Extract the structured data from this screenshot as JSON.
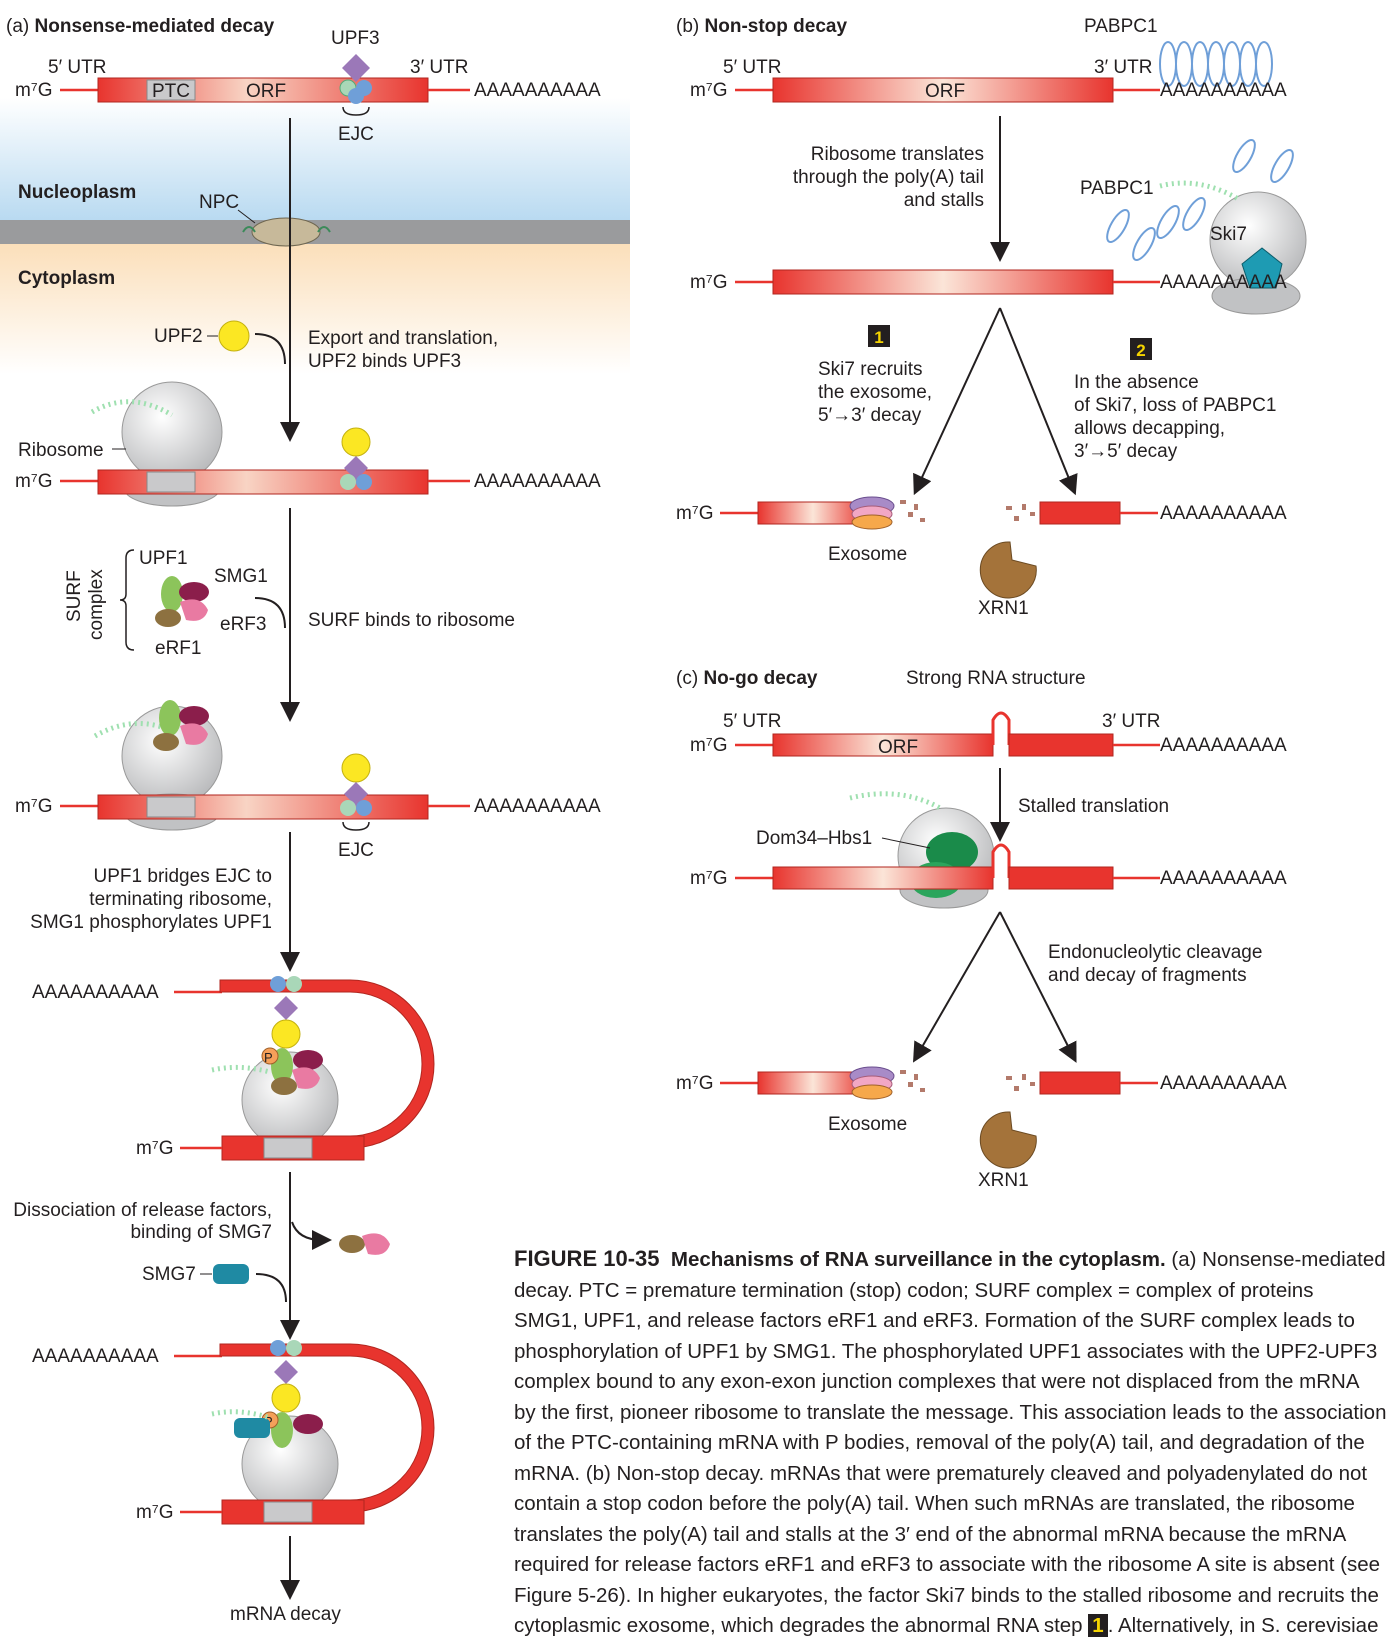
{
  "panel_a": {
    "title_prefix": "(a)",
    "title": "Nonsense-mediated decay",
    "utr5": "5′ UTR",
    "utr3": "3′ UTR",
    "cap": "m⁷G",
    "ptc": "PTC",
    "orf": "ORF",
    "polyA": "AAAAAAAAAA",
    "upf3": "UPF3",
    "ejc": "EJC",
    "nucleoplasm": "Nucleoplasm",
    "npc": "NPC",
    "cytoplasm": "Cytoplasm",
    "upf2": "UPF2",
    "step1_line1": "Export and translation,",
    "step1_line2": "UPF2 binds UPF3",
    "ribosome": "Ribosome",
    "surf_line1": "SURF",
    "surf_line2": "complex",
    "upf1": "UPF1",
    "smg1": "SMG1",
    "erf3": "eRF3",
    "erf1": "eRF1",
    "step2": "SURF binds to ribosome",
    "step3_line1": "UPF1 bridges EJC to",
    "step3_line2": "terminating ribosome,",
    "step3_line3": "SMG1 phosphorylates UPF1",
    "phospho": "P",
    "step4_line1": "Dissociation of release factors,",
    "step4_line2": "binding of SMG7",
    "smg7": "SMG7",
    "final": "mRNA decay"
  },
  "panel_b": {
    "title_prefix": "(b)",
    "title": "Non-stop decay",
    "pabpc1": "PABPC1",
    "utr5": "5′ UTR",
    "utr3": "3′ UTR",
    "cap": "m⁷G",
    "orf": "ORF",
    "polyA": "AAAAAAAAAA",
    "step_line1": "Ribosome translates",
    "step_line2": "through the poly(A) tail",
    "step_line3": "and stalls",
    "ski7": "Ski7",
    "stalled_polyA": "AAAAAAAAAA",
    "badge1": "1",
    "badge2": "2",
    "opt1_line1": "Ski7 recruits",
    "opt1_line2": "the exosome,",
    "opt1_line3": "5′→3′ decay",
    "opt2_line1": "In the absence",
    "opt2_line2": "of Ski7, loss of PABPC1",
    "opt2_line3": "allows decapping,",
    "opt2_line4": "3′→5′ decay",
    "exosome": "Exosome",
    "xrn1": "XRN1"
  },
  "panel_c": {
    "title_prefix": "(c)",
    "title": "No-go decay",
    "structure": "Strong RNA structure",
    "utr5": "5′ UTR",
    "utr3": "3′ UTR",
    "cap": "m⁷G",
    "orf": "ORF",
    "polyA": "AAAAAAAAAA",
    "stalled": "Stalled translation",
    "dom34": "Dom34–Hbs1",
    "step_line1": "Endonucleolytic cleavage",
    "step_line2": "and decay of fragments",
    "exosome": "Exosome",
    "xrn1": "XRN1"
  },
  "caption": {
    "figure": "FIGURE 10-35",
    "title": "Mechanisms of RNA surveillance in the cytoplasm.",
    "line1_tail": " (a) Nonsense-mediated",
    "line2": "decay. PTC = premature termination (stop) codon; SURF complex = complex of proteins",
    "line3": "SMG1, UPF1, and release factors eRF1 and eRF3. Formation of the SURF complex leads to",
    "line4": "phosphorylation of UPF1 by SMG1. The phosphorylated UPF1 associates with the UPF2-UPF3",
    "line5": "complex bound to any exon-exon junction complexes that were not displaced from the mRNA",
    "line6": "by the first, pioneer ribosome to translate the message. This association leads to the association",
    "line7": "of the PTC-containing mRNA with P bodies, removal of the poly(A) tail, and degradation of the",
    "line8": "mRNA. (b) Non-stop decay. mRNAs that were prematurely cleaved and polyadenylated do not",
    "line9": "contain a stop codon before the poly(A) tail. When such mRNAs are translated, the ribosome",
    "line10": "translates the poly(A) tail and stalls at the 3′ end of the abnormal mRNA because the mRNA",
    "line11": "required for release factors eRF1 and eRF3 to associate with the ribosome A site is absent (see",
    "line12": "Figure 5-26). In higher eukaryotes, the factor Ski7 binds to the stalled ribosome and recruits the",
    "line13_a": "cytoplasmic exosome, which degrades the abnormal RNA step ",
    "line13_badge": "1",
    "line13_b": ". Alternatively, in S. cerevisiae"
  },
  "colors": {
    "mrna_red": "#e8342e",
    "orf_light": "#f6c9b8",
    "nucleoplasm": "#bcdcf2",
    "cytoplasm": "#fbe2bf",
    "membrane": "#9a9b9d",
    "upf2_yellow": "#fbe723",
    "upf3_purple": "#9b78b8",
    "ejc_blue": "#6f9fd8",
    "ejc_green": "#a9d7b8",
    "upf1_green": "#8cc45b",
    "smg1_maroon": "#8b1e4b",
    "erf3_pink": "#e97aa2",
    "erf1_brown": "#8d7140",
    "smg7_teal": "#1f8aa3",
    "ski7_teal": "#1e9bb3",
    "dom34_green": "#1a8b4a",
    "xrn1_brown": "#a4733a",
    "badge_black": "#231f20",
    "badge_yellow": "#f5d400"
  }
}
